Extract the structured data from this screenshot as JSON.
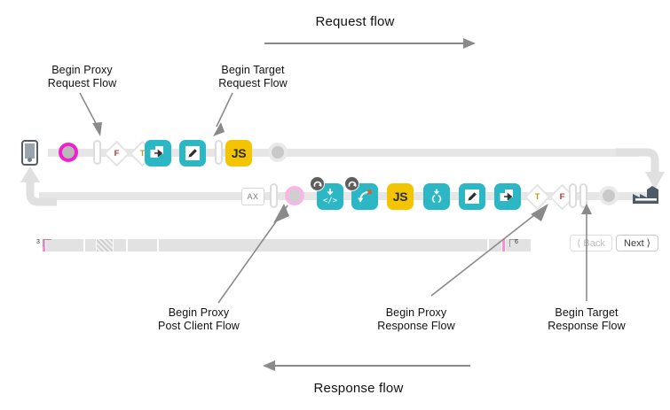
{
  "diagram": {
    "title_request": "Request flow",
    "title_response": "Response flow",
    "annotations": [
      {
        "id": "begin-proxy-request-flow",
        "text": "Begin Proxy\nRequest Flow"
      },
      {
        "id": "begin-target-request-flow",
        "text": "Begin Target\nRequest Flow"
      },
      {
        "id": "begin-proxy-post-client-flow",
        "text": "Begin Proxy\nPost Client Flow"
      },
      {
        "id": "begin-proxy-response-flow",
        "text": "Begin Proxy\nResponse Flow"
      },
      {
        "id": "begin-target-response-flow",
        "text": "Begin Target\nResponse Flow"
      }
    ],
    "request_row": {
      "client_icon": "mobile-phone-icon",
      "nodes": [
        {
          "type": "circle",
          "name": "flow-start-circle",
          "color": "#f020d0",
          "label": ""
        },
        {
          "type": "pill",
          "name": "flow-divider-pill",
          "label": ""
        },
        {
          "type": "diamond",
          "name": "condition-false-diamond",
          "label": "F"
        },
        {
          "type": "diamond",
          "name": "condition-true-diamond",
          "label": "T"
        },
        {
          "type": "square-teal",
          "name": "route-policy-icon",
          "label": ""
        },
        {
          "type": "square-teal",
          "name": "edit-policy-icon",
          "label": ""
        },
        {
          "type": "pill",
          "name": "flow-divider-pill",
          "label": ""
        },
        {
          "type": "square-yellow",
          "name": "javascript-policy",
          "label": "JS"
        },
        {
          "type": "circle",
          "name": "flow-end-circle",
          "color": "#e9e9e9",
          "label": ""
        }
      ]
    },
    "response_row": {
      "server_icon": "target-server-icon",
      "nodes": [
        {
          "type": "axbox",
          "name": "ax-policy-box",
          "label": "AX"
        },
        {
          "type": "pill",
          "name": "flow-divider-pill",
          "label": ""
        },
        {
          "type": "circle",
          "name": "post-client-flow-circle",
          "color": "#f9b6e4",
          "label": ""
        },
        {
          "type": "square-teal",
          "name": "xml-policy-icon",
          "label": "",
          "badge": "revert-badge-icon"
        },
        {
          "type": "square-teal",
          "name": "raise-fault-policy-icon",
          "label": "",
          "badge": "revert-badge-icon"
        },
        {
          "type": "square-yellow",
          "name": "javascript-policy",
          "label": "JS"
        },
        {
          "type": "square-teal",
          "name": "json-policy-icon",
          "label": ""
        },
        {
          "type": "square-teal",
          "name": "edit-policy-icon",
          "label": ""
        },
        {
          "type": "square-teal",
          "name": "route-policy-icon",
          "label": ""
        },
        {
          "type": "diamond",
          "name": "condition-true-diamond",
          "label": "T"
        },
        {
          "type": "diamond",
          "name": "condition-false-diamond",
          "label": "F"
        },
        {
          "type": "pill",
          "name": "flow-divider-pill",
          "label": ""
        },
        {
          "type": "pill",
          "name": "flow-divider-pill",
          "label": ""
        },
        {
          "type": "circle",
          "name": "flow-end-circle",
          "color": "#e9e9e9",
          "label": ""
        }
      ]
    },
    "timeline": {
      "left_tick": "3",
      "right_tick": "6",
      "back_label": "Back",
      "next_label": "Next"
    },
    "colors": {
      "teal": "#2bb7c4",
      "yellow": "#f3c500",
      "magenta": "#f020d0",
      "pink": "#f9b6e4",
      "track": "#e6e6e6",
      "arrow": "#8a8a8a",
      "server": "#4e5b66"
    }
  }
}
